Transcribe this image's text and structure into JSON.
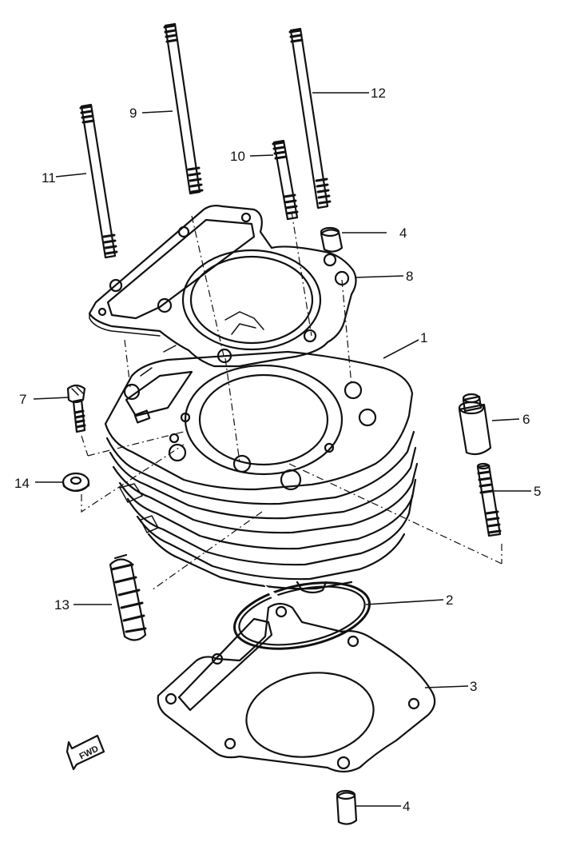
{
  "labels": {
    "l1": "1",
    "l2": "2",
    "l3": "3",
    "l4a": "4",
    "l4b": "4",
    "l5": "5",
    "l6": "6",
    "l7": "7",
    "l8": "8",
    "l9": "9",
    "l10": "10",
    "l11": "11",
    "l12": "12",
    "l13": "13",
    "l14": "14"
  },
  "fwd_marker": "FWD"
}
